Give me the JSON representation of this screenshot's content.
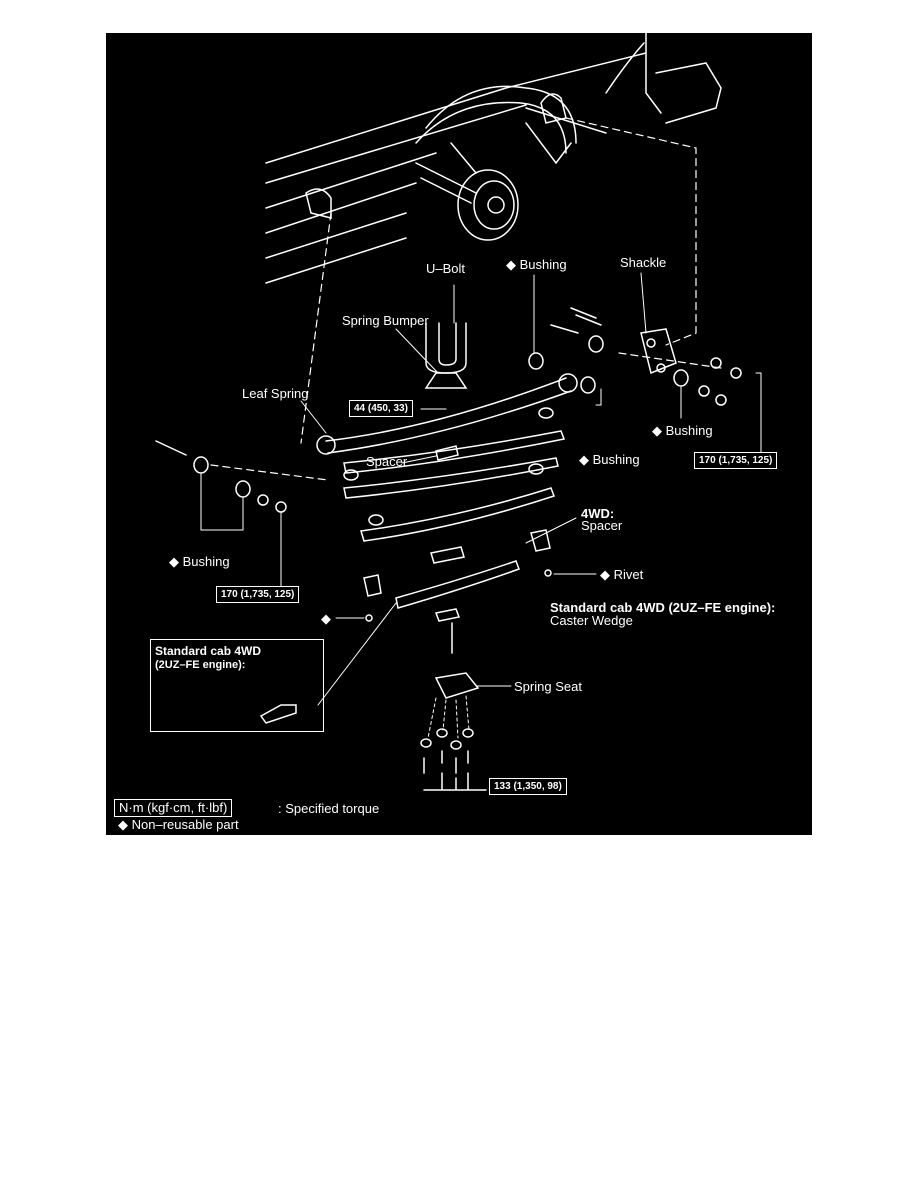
{
  "labels": {
    "u_bolt": "U–Bolt",
    "bushing_top": "◆ Bushing",
    "shackle": "Shackle",
    "spring_bumper": "Spring Bumper",
    "leaf_spring": "Leaf Spring",
    "spacer": "Spacer",
    "bushing_right": "◆ Bushing",
    "bushing_mid": "◆ Bushing",
    "bushing_left": "◆ Bushing",
    "wd4_title": "4WD:",
    "wd4_spacer": "Spacer",
    "rivet": "◆ Rivet",
    "rivet_left": "◆",
    "std_cab_title": "Standard cab 4WD (2UZ–FE engine):",
    "caster_wedge": "Caster Wedge",
    "spring_seat": "Spring Seat",
    "inset_line1": "Standard cab 4WD",
    "inset_line2": "(2UZ–FE engine):"
  },
  "torques": {
    "bumper": "44 (450, 33)",
    "shackle": "170 (1,735, 125)",
    "front": "170 (1,735, 125)",
    "ubolt": "133 (1,350, 98)"
  },
  "legend": {
    "torque_units": "N·m (kgf·cm, ft·lbf)",
    "torque_desc": ": Specified torque",
    "nonreusable": "◆ Non–reusable part"
  }
}
